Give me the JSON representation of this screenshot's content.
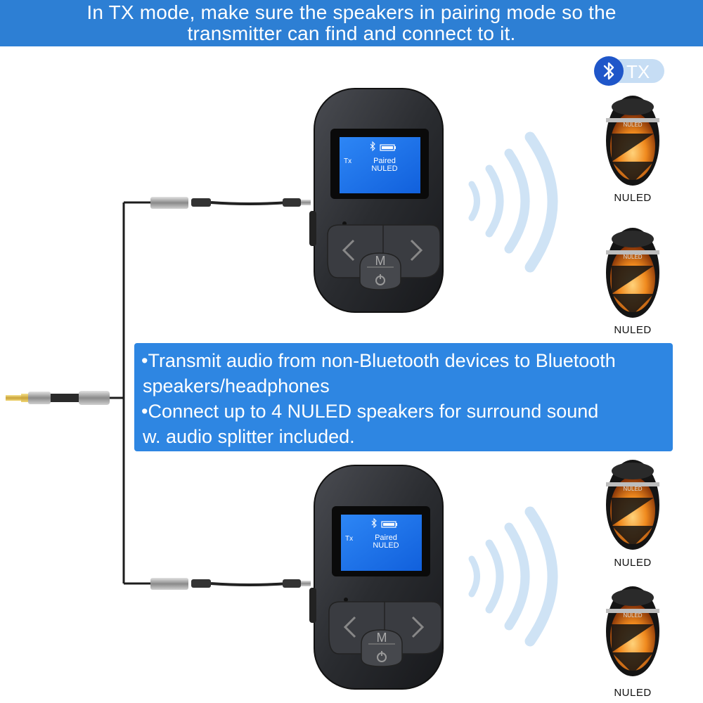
{
  "banner": {
    "line1": "In TX mode, make sure the speakers in pairing mode so the",
    "line2": "transmitter can find and connect to it."
  },
  "mode_badge": {
    "label": "TX",
    "icon": "bluetooth-icon"
  },
  "features": {
    "item1_line1": "•Transmit audio from non-Bluetooth devices to Bluetooth",
    "item1_line2": "speakers/headphones",
    "item2_line1": "•Connect up to 4 NULED speakers for surround sound",
    "item2_line2": "w. audio splitter included."
  },
  "devices": [
    {
      "mode": "Tx",
      "status": "Paired",
      "name": "NULED",
      "button_label": "M"
    },
    {
      "mode": "Tx",
      "status": "Paired",
      "name": "NULED",
      "button_label": "M"
    }
  ],
  "speakers": [
    {
      "label": "NULED",
      "brand": "NULED"
    },
    {
      "label": "NULED",
      "brand": "NULED"
    },
    {
      "label": "NULED",
      "brand": "NULED"
    },
    {
      "label": "NULED",
      "brand": "NULED"
    }
  ],
  "colors": {
    "banner": "#2d7fd4",
    "features_box": "#2e86e2",
    "screen": "#1a6ee8",
    "device_body": "#2b2d31",
    "wave": "#cfe3f5"
  }
}
